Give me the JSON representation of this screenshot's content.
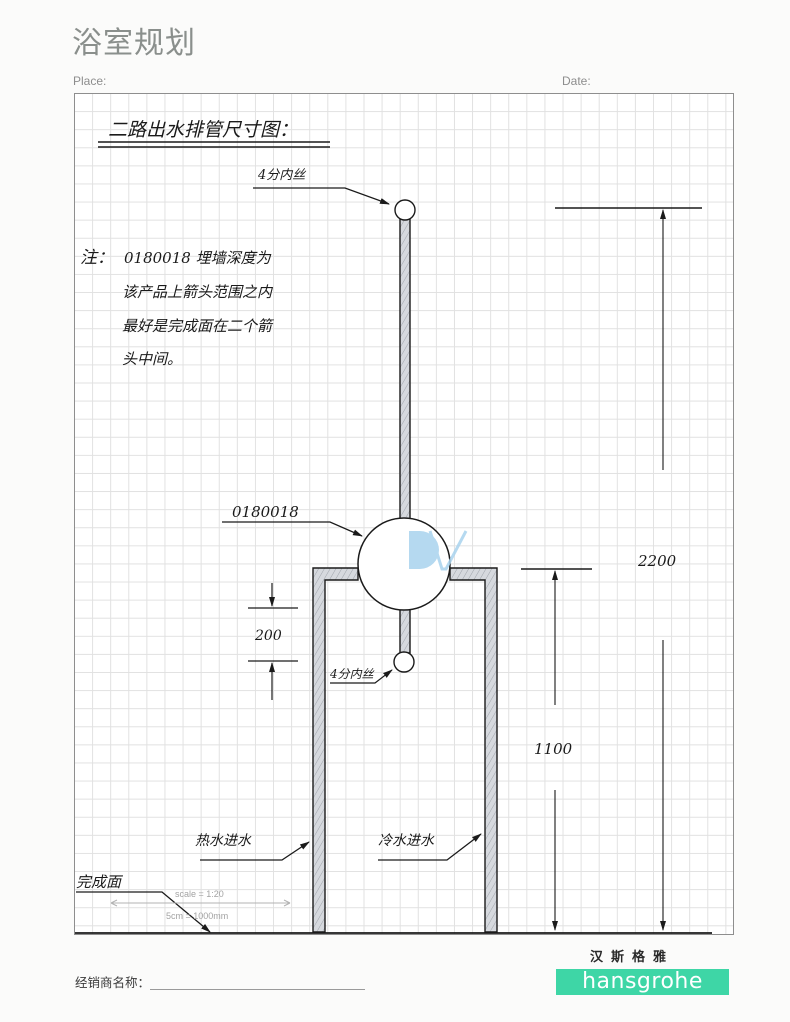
{
  "header": {
    "title": "浴室规划",
    "place_label": "Place:",
    "date_label": "Date:"
  },
  "drawing": {
    "heading": "二路出水排管尺寸图：",
    "note": {
      "prefix": "注：",
      "lines": [
        "0180018 埋墙深度为",
        "该产品上箭头范围之内",
        "最好是完成面在二个箭",
        "头中间。"
      ]
    },
    "labels": {
      "top_outlet": "4分内丝",
      "valve_model": "0180018",
      "bottom_outlet": "4分内丝",
      "hot_water_inlet": "热水进水",
      "cold_water_inlet": "冷水进水",
      "finished_floor": "完成面"
    },
    "dimensions": {
      "total_height": "2200",
      "valve_height": "1100",
      "embed_range": "200"
    },
    "scale": {
      "ratio": "scale = 1:20",
      "conversion": "5cm = 1000mm"
    },
    "colors": {
      "ink": "#1a1a1a",
      "pipe_fill": "#c9cdd4",
      "grid": "#e1e1e1",
      "watermark": "#a9d3ee"
    }
  },
  "footer": {
    "dealer_label": "经销商名称：",
    "brand_cn": "汉斯格雅",
    "brand_en": "hansgrohe",
    "brand_color": "#3ed6a6"
  }
}
